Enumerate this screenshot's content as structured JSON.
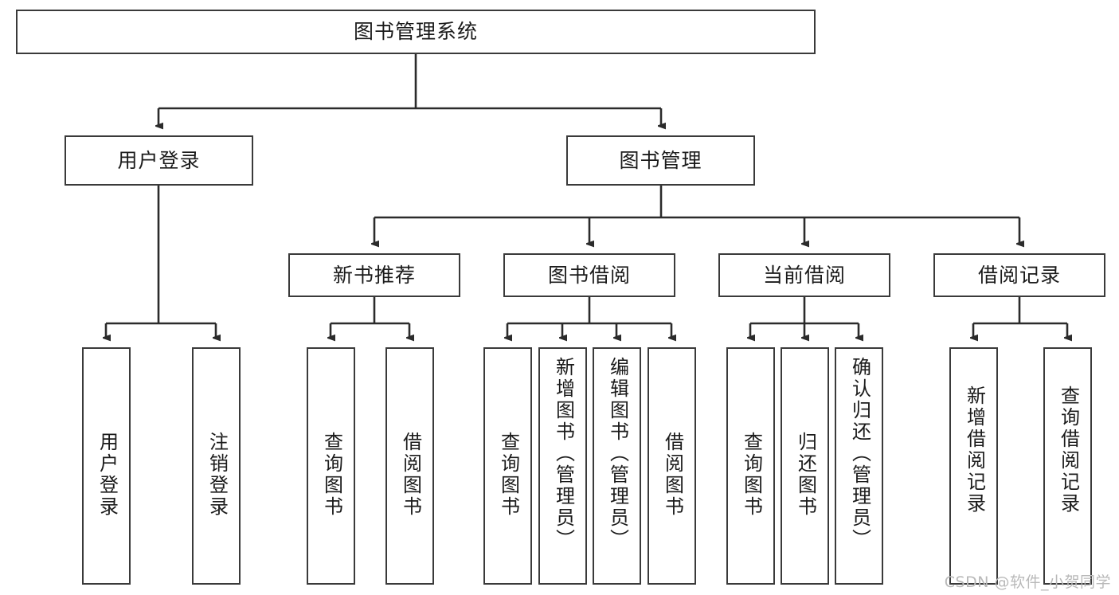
{
  "diagram": {
    "title": "图书管理系统",
    "type": "tree",
    "watermark": "CSDN @软件_小贺同学",
    "colors": {
      "box_border": "#3a3a3a",
      "box_fill": "#ffffff",
      "edge": "#2b2b2b",
      "text": "#1b1b1b",
      "watermark": "#b9b9b9",
      "background": "#ffffff"
    },
    "levels": {
      "root": {
        "label": "图书管理系统"
      },
      "level1": [
        {
          "id": "user-login",
          "label": "用户登录"
        },
        {
          "id": "book-manage",
          "label": "图书管理"
        }
      ],
      "level2": [
        {
          "id": "new-book-recommend",
          "label": "新书推荐",
          "parent": "book-manage"
        },
        {
          "id": "book-borrow",
          "label": "图书借阅",
          "parent": "book-manage"
        },
        {
          "id": "current-borrow",
          "label": "当前借阅",
          "parent": "book-manage"
        },
        {
          "id": "borrow-record",
          "label": "借阅记录",
          "parent": "book-manage"
        }
      ],
      "leaves": [
        {
          "id": "leaf-user-login",
          "label": "用户登录",
          "parent": "user-login"
        },
        {
          "id": "leaf-logout",
          "label": "注销登录",
          "parent": "user-login"
        },
        {
          "id": "leaf-query-book-1",
          "label": "查询图书",
          "parent": "new-book-recommend"
        },
        {
          "id": "leaf-borrow-book-1",
          "label": "借阅图书",
          "parent": "new-book-recommend"
        },
        {
          "id": "leaf-query-book-2",
          "label": "查询图书",
          "parent": "book-borrow"
        },
        {
          "id": "leaf-add-book",
          "label": "新增图书（管理员）",
          "parent": "book-borrow"
        },
        {
          "id": "leaf-edit-book",
          "label": "编辑图书（管理员）",
          "parent": "book-borrow"
        },
        {
          "id": "leaf-borrow-book-2",
          "label": "借阅图书",
          "parent": "book-borrow"
        },
        {
          "id": "leaf-query-book-3",
          "label": "查询图书",
          "parent": "current-borrow"
        },
        {
          "id": "leaf-return-book",
          "label": "归还图书",
          "parent": "current-borrow"
        },
        {
          "id": "leaf-confirm-return",
          "label": "确认归还（管理员）",
          "parent": "current-borrow"
        },
        {
          "id": "leaf-add-record",
          "label": "新增借阅记录",
          "parent": "borrow-record"
        },
        {
          "id": "leaf-query-record",
          "label": "查询借阅记录",
          "parent": "borrow-record"
        }
      ]
    }
  }
}
